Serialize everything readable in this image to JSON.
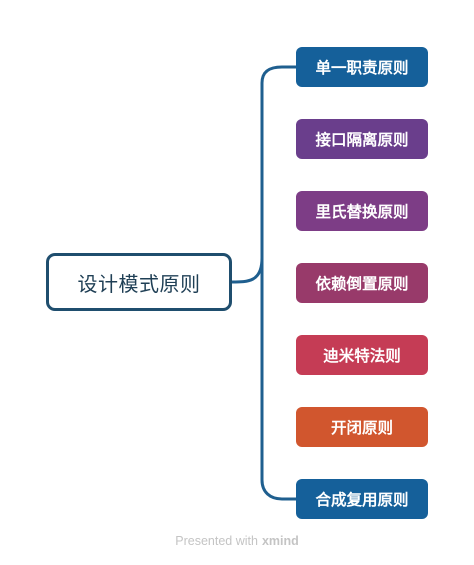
{
  "mindmap": {
    "root": {
      "label": "设计模式原则"
    },
    "children": [
      {
        "label": "单一职责原则",
        "color": "#15609a"
      },
      {
        "label": "接口隔离原则",
        "color": "#6a3e8c"
      },
      {
        "label": "里氏替换原则",
        "color": "#7d3d86"
      },
      {
        "label": "依赖倒置原则",
        "color": "#983a6a"
      },
      {
        "label": "迪米特法则",
        "color": "#c53c55"
      },
      {
        "label": "开闭原则",
        "color": "#d1562e"
      },
      {
        "label": "合成复用原则",
        "color": "#15609a"
      }
    ],
    "connector_color": "#1f5f8f"
  },
  "footer": {
    "presented_text": "Presented with",
    "brand": "xmind"
  }
}
